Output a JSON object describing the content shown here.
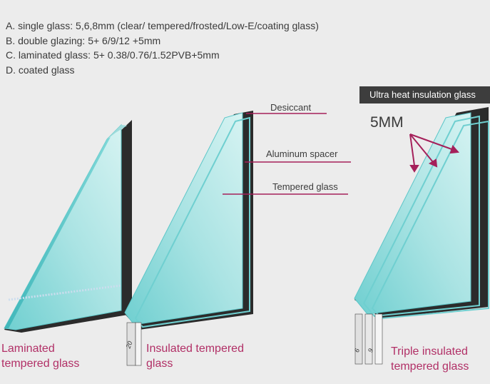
{
  "specs": [
    "A. single glass: 5,6,8mm (clear/ tempered/frosted/Low-E/coating glass)",
    "B. double glazing: 5+ 6/9/12 +5mm",
    "C. laminated glass: 5+ 0.38/0.76/1.52PVB+5mm",
    "D. coated glass"
  ],
  "callouts": {
    "desiccant": "Desiccant",
    "spacer": "Aluminum spacer",
    "tempered": "Tempered glass"
  },
  "badge": "Ultra heat insulation glass",
  "thickness_label": "5MM",
  "captions": {
    "laminated_line1": "Laminated",
    "laminated_line2": "tempered glass",
    "insulated_line1": "Insulated tempered",
    "insulated_line2": "glass",
    "triple_line1": "Triple insulated",
    "triple_line2": "tempered glass"
  },
  "dimensions": {
    "double_gap": "20",
    "triple_gap_1": "6",
    "triple_gap_2": "9"
  },
  "colors": {
    "glass": "#7fd4d6",
    "glass_light": "#b8e9e8",
    "frame": "#2a2a2a",
    "accent": "#a5205a",
    "caption": "#b12f66"
  }
}
